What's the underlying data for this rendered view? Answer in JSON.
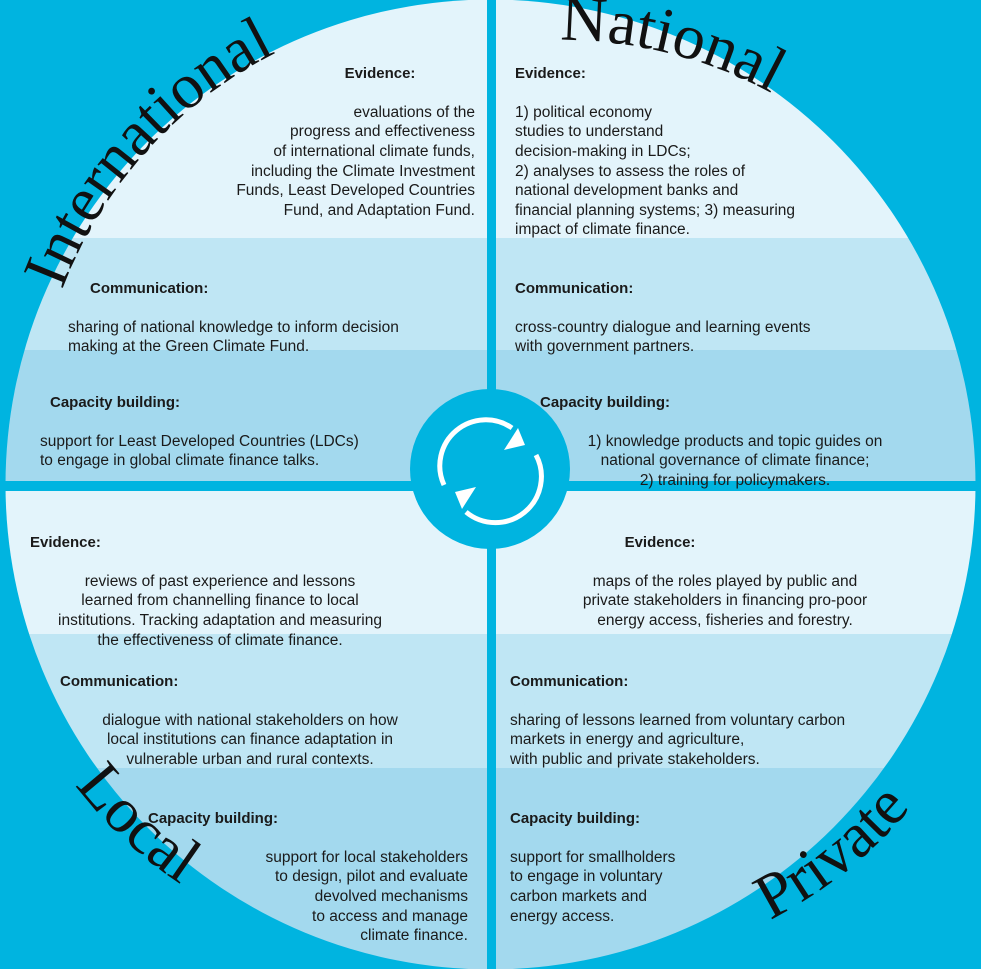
{
  "quadrants": {
    "international": {
      "label": "International",
      "evidence": {
        "heading": "Evidence:",
        "text": "evaluations of the\nprogress and effectiveness\nof international climate funds,\nincluding the Climate Investment\nFunds, Least Developed Countries\nFund, and Adaptation Fund."
      },
      "communication": {
        "heading": "Communication:",
        "text": "sharing of national knowledge to inform decision\nmaking at the Green Climate Fund."
      },
      "capacity": {
        "heading": "Capacity building:",
        "text": "support for Least Developed Countries (LDCs)\nto engage in global climate finance talks."
      }
    },
    "national": {
      "label": "National",
      "evidence": {
        "heading": "Evidence:",
        "text": "1) political economy\nstudies to understand\ndecision-making in LDCs;\n2) analyses to assess the roles of\nnational development banks and\nfinancial planning systems; 3) measuring\nimpact of climate finance."
      },
      "communication": {
        "heading": "Communication:",
        "text": "cross-country dialogue and learning events\nwith government partners."
      },
      "capacity": {
        "heading": "Capacity building:",
        "text": "1) knowledge products and topic guides on\nnational governance of climate finance;\n2) training for policymakers."
      }
    },
    "local": {
      "label": "Local",
      "evidence": {
        "heading": "Evidence:",
        "text": "reviews of past experience and lessons\nlearned from channelling finance to local\ninstitutions. Tracking adaptation and measuring\nthe effectiveness of climate finance."
      },
      "communication": {
        "heading": "Communication:",
        "text": "dialogue with national stakeholders on how\nlocal institutions can finance adaptation in\nvulnerable urban and rural contexts."
      },
      "capacity": {
        "heading": "Capacity building:",
        "text": "support for local stakeholders\nto design, pilot and evaluate\ndevolved mechanisms\nto access and manage\nclimate finance."
      }
    },
    "private": {
      "label": "Private",
      "evidence": {
        "heading": "Evidence:",
        "text": "maps of the roles played by public and\nprivate stakeholders in financing pro-poor\nenergy access, fisheries and forestry."
      },
      "communication": {
        "heading": "Communication:",
        "text": "sharing of lessons learned from voluntary carbon\nmarkets in energy and agriculture,\nwith public and private stakeholders."
      },
      "capacity": {
        "heading": "Capacity building:",
        "text": "support for smallholders\nto engage in voluntary\ncarbon markets and\nenergy access."
      }
    }
  },
  "colors": {
    "background": "#00b4e0",
    "band_light": "#e3f4fb",
    "band_mid": "#bfe6f4",
    "band_dark": "#a3d9ee",
    "center": "#00b4e0"
  },
  "center_icon": "cycle-arrows-icon"
}
